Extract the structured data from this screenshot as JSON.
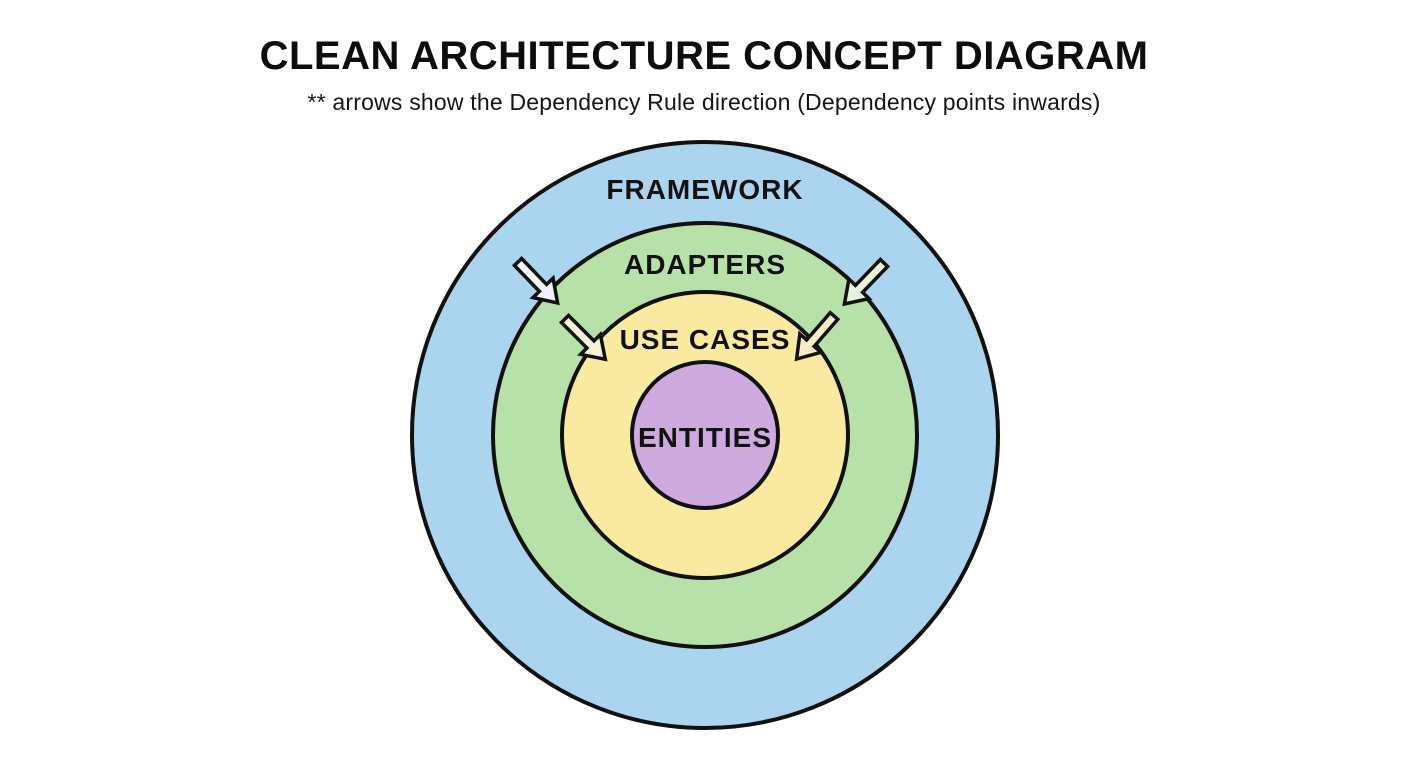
{
  "title": "CLEAN ARCHITECTURE CONCEPT DIAGRAM",
  "subtitle": "** arrows show the Dependency Rule direction (Dependency points inwards)",
  "diagram": {
    "type": "concentric-circles",
    "outline_color": "#111111",
    "layers": [
      {
        "label": "FRAMEWORK",
        "color": "#abd4ef"
      },
      {
        "label": "ADAPTERS",
        "color": "#b7e1a8"
      },
      {
        "label": "USE CASES",
        "color": "#fae9a0"
      },
      {
        "label": "ENTITIES",
        "color": "#cfaade"
      }
    ],
    "arrows": [
      {
        "name": "framework-to-adapters-left",
        "fill": "#eef3f8"
      },
      {
        "name": "adapters-to-use-cases-left",
        "fill": "#f6f2d3"
      },
      {
        "name": "framework-to-adapters-right",
        "fill": "#e6f3dc"
      },
      {
        "name": "adapters-to-use-cases-right",
        "fill": "#f6eec6"
      }
    ]
  }
}
